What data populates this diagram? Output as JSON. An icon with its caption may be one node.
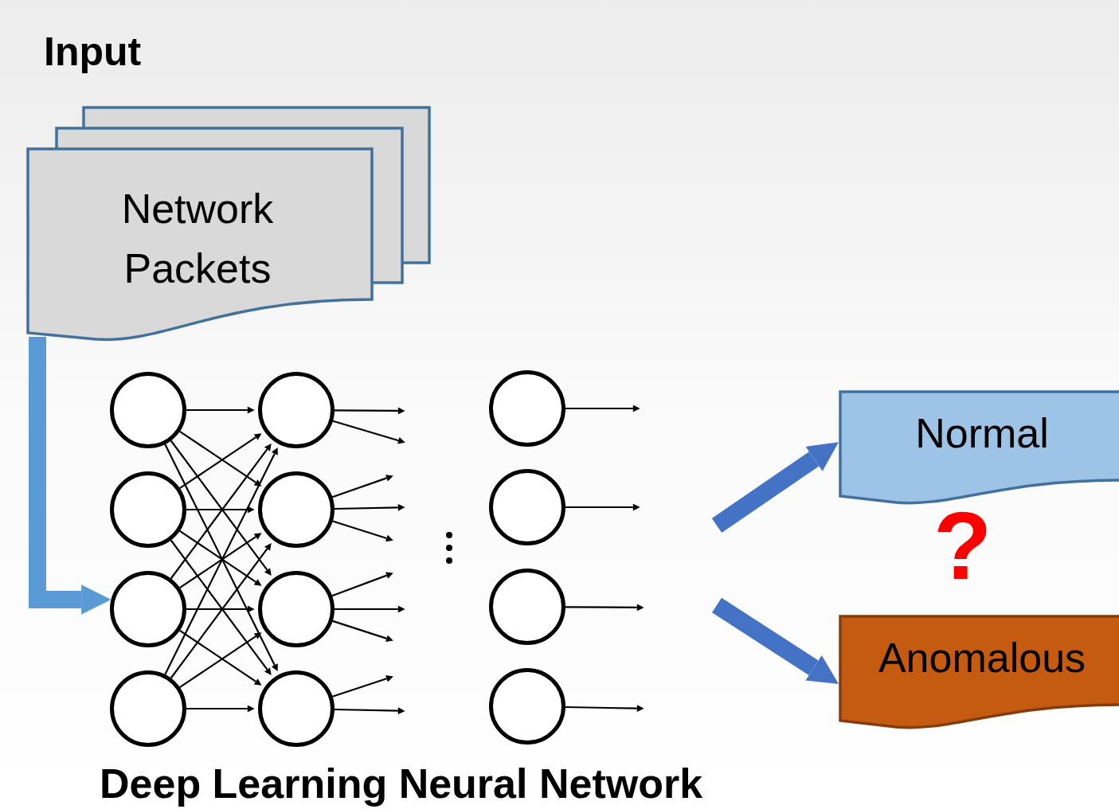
{
  "diagram": {
    "caption": "Deep Learning Neural Network",
    "nodes": [
      {
        "text": [
          "Network Packets"
        ]
      },
      {
        "text": [],
        "shape": "circle"
      },
      {
        "text": [],
        "shape": "circle"
      },
      {
        "text": [],
        "shape": "circle"
      },
      {
        "text": [],
        "shape": "circle"
      },
      {
        "text": [],
        "shape": "circle"
      },
      {
        "text": [],
        "shape": "circle"
      },
      {
        "text": [],
        "shape": "circle"
      },
      {
        "text": [],
        "shape": "circle"
      },
      {
        "text": [],
        "shape": "circle"
      },
      {
        "text": [],
        "shape": "circle"
      },
      {
        "text": [],
        "shape": "circle"
      },
      {
        "text": [],
        "shape": "circle"
      },
      {
        "text": [
          "Normal"
        ]
      },
      {
        "text": [
          "Anomalous"
        ]
      }
    ],
    "edges": [
      {
        "from": 0,
        "to": 3,
        "arrow": "to",
        "style": "thick",
        "color": "#5b9bd5"
      },
      {
        "from": 1,
        "to": 5,
        "arrow": "to"
      },
      {
        "from": 1,
        "to": 6,
        "arrow": "to"
      },
      {
        "from": 1,
        "to": 7,
        "arrow": "to"
      },
      {
        "from": 1,
        "to": 8,
        "arrow": "to"
      },
      {
        "from": 2,
        "to": 5,
        "arrow": "to"
      },
      {
        "from": 2,
        "to": 6,
        "arrow": "to"
      },
      {
        "from": 2,
        "to": 7,
        "arrow": "to"
      },
      {
        "from": 2,
        "to": 8,
        "arrow": "to"
      },
      {
        "from": 3,
        "to": 5,
        "arrow": "to"
      },
      {
        "from": 3,
        "to": 6,
        "arrow": "to"
      },
      {
        "from": 3,
        "to": 7,
        "arrow": "to"
      },
      {
        "from": 3,
        "to": 8,
        "arrow": "to"
      },
      {
        "from": 4,
        "to": 5,
        "arrow": "to"
      },
      {
        "from": 4,
        "to": 6,
        "arrow": "to"
      },
      {
        "from": 4,
        "to": 7,
        "arrow": "to"
      },
      {
        "from": 4,
        "to": 8,
        "arrow": "to"
      },
      {
        "from": 5,
        "to": null,
        "arrow": "to"
      },
      {
        "from": 5,
        "to": null,
        "arrow": "to"
      },
      {
        "from": 6,
        "to": null,
        "arrow": "to"
      },
      {
        "from": 6,
        "to": null,
        "arrow": "to"
      },
      {
        "from": 6,
        "to": null,
        "arrow": "to"
      },
      {
        "from": 7,
        "to": null,
        "arrow": "to"
      },
      {
        "from": 7,
        "to": null,
        "arrow": "to"
      },
      {
        "from": 7,
        "to": null,
        "arrow": "to"
      },
      {
        "from": 8,
        "to": null,
        "arrow": "to"
      },
      {
        "from": 8,
        "to": null,
        "arrow": "to"
      },
      {
        "from": 9,
        "to": null,
        "arrow": "to"
      },
      {
        "from": 10,
        "to": null,
        "arrow": "to"
      },
      {
        "from": 11,
        "to": null,
        "arrow": "to"
      },
      {
        "from": 12,
        "to": null,
        "arrow": "to"
      },
      {
        "from": null,
        "to": 13,
        "arrow": "to",
        "style": "thick",
        "color": "#4472c4"
      },
      {
        "from": null,
        "to": 14,
        "arrow": "to",
        "style": "thick",
        "color": "#4472c4"
      }
    ],
    "labels": [
      "Input",
      "?"
    ]
  }
}
